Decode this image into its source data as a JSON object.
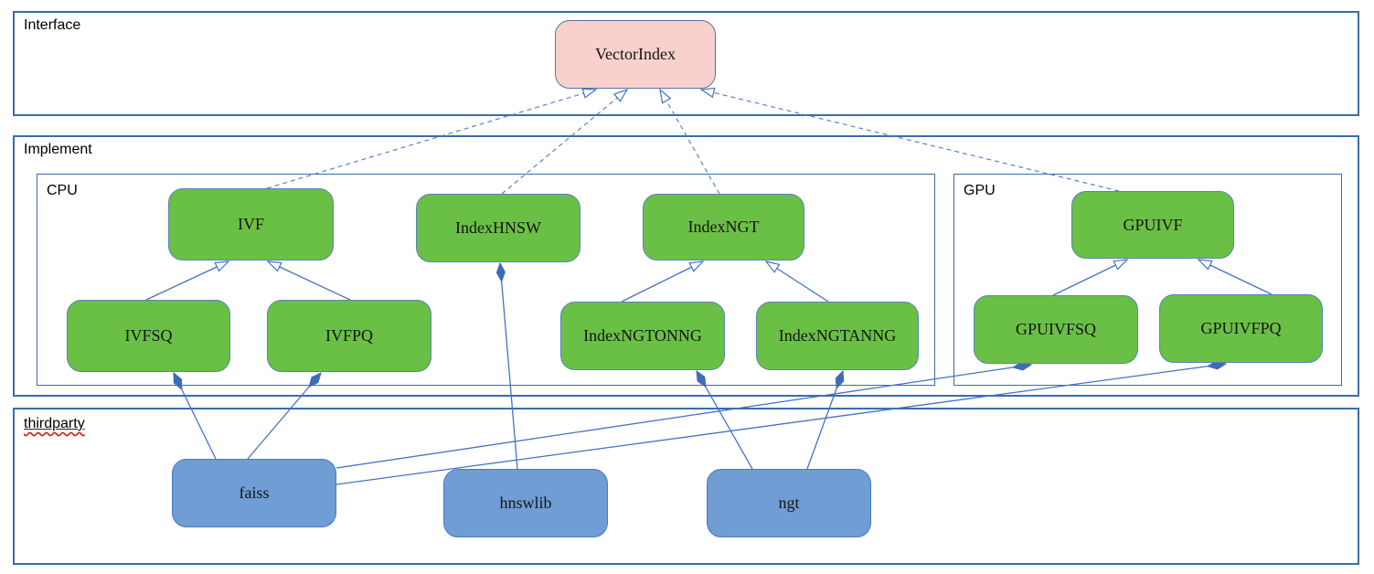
{
  "containers": {
    "interface": {
      "label": "Interface"
    },
    "implement": {
      "label": "Implement"
    },
    "cpu": {
      "label": "CPU"
    },
    "gpu": {
      "label": "GPU"
    },
    "thirdparty": {
      "label": "thirdparty"
    }
  },
  "nodes": {
    "vectorindex": {
      "label": "VectorIndex",
      "kind": "interface"
    },
    "ivf": {
      "label": "IVF",
      "kind": "cpu-implementation"
    },
    "indexhnsw": {
      "label": "IndexHNSW",
      "kind": "cpu-implementation"
    },
    "indexngt": {
      "label": "IndexNGT",
      "kind": "cpu-implementation"
    },
    "ivfsq": {
      "label": "IVFSQ",
      "kind": "cpu-implementation"
    },
    "ivfpq": {
      "label": "IVFPQ",
      "kind": "cpu-implementation"
    },
    "indexngtonng": {
      "label": "IndexNGTONNG",
      "kind": "cpu-implementation"
    },
    "indexngtanng": {
      "label": "IndexNGTANNG",
      "kind": "cpu-implementation"
    },
    "gpuivf": {
      "label": "GPUIVF",
      "kind": "gpu-implementation"
    },
    "gpuivfsq": {
      "label": "GPUIVFSQ",
      "kind": "gpu-implementation"
    },
    "gpuivfpq": {
      "label": "GPUIVFPQ",
      "kind": "gpu-implementation"
    },
    "faiss": {
      "label": "faiss",
      "kind": "thirdparty"
    },
    "hnswlib": {
      "label": "hnswlib",
      "kind": "thirdparty"
    },
    "ngt": {
      "label": "ngt",
      "kind": "thirdparty"
    }
  },
  "edges": [
    {
      "from": "IVF",
      "to": "VectorIndex",
      "type": "realization (dashed, hollow arrow)"
    },
    {
      "from": "IndexHNSW",
      "to": "VectorIndex",
      "type": "realization (dashed, hollow arrow)"
    },
    {
      "from": "IndexNGT",
      "to": "VectorIndex",
      "type": "realization (dashed, hollow arrow)"
    },
    {
      "from": "GPUIVF",
      "to": "VectorIndex",
      "type": "realization (dashed, hollow arrow)"
    },
    {
      "from": "IVFSQ",
      "to": "IVF",
      "type": "inheritance (hollow arrow)"
    },
    {
      "from": "IVFPQ",
      "to": "IVF",
      "type": "inheritance (hollow arrow)"
    },
    {
      "from": "IndexNGTONNG",
      "to": "IndexNGT",
      "type": "inheritance (hollow arrow)"
    },
    {
      "from": "IndexNGTANNG",
      "to": "IndexNGT",
      "type": "inheritance (hollow arrow)"
    },
    {
      "from": "GPUIVFSQ",
      "to": "GPUIVF",
      "type": "inheritance (hollow arrow)"
    },
    {
      "from": "GPUIVFPQ",
      "to": "GPUIVF",
      "type": "inheritance (hollow arrow)"
    },
    {
      "from": "faiss",
      "to": "IVFSQ",
      "type": "composition (filled diamond)"
    },
    {
      "from": "faiss",
      "to": "IVFPQ",
      "type": "composition (filled diamond)"
    },
    {
      "from": "faiss",
      "to": "GPUIVFSQ",
      "type": "composition (filled diamond)"
    },
    {
      "from": "faiss",
      "to": "GPUIVFPQ",
      "type": "composition (filled diamond)"
    },
    {
      "from": "hnswlib",
      "to": "IndexHNSW",
      "type": "composition (filled diamond)"
    },
    {
      "from": "ngt",
      "to": "IndexNGTONNG",
      "type": "composition (filled diamond)"
    },
    {
      "from": "ngt",
      "to": "IndexNGTANNG",
      "type": "composition (filled diamond)"
    }
  ],
  "colors": {
    "interface_node_fill": "#f8d1cf",
    "interface_node_border": "#5572a7",
    "implementation_node_fill": "#6abf45",
    "implementation_node_border": "#5585b5",
    "thirdparty_node_fill": "#6f9dd4",
    "thirdparty_node_border": "#4779bd",
    "container_border": "#3a6ca8",
    "edge_line": "#4472c4",
    "spellcheck_underline": "#d01818"
  }
}
